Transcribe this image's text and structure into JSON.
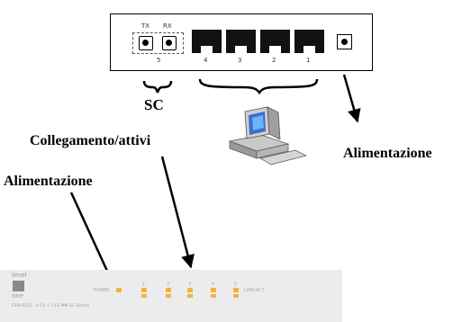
{
  "rear_panel": {
    "fiber_labels": [
      "TX",
      "RX"
    ],
    "fiber_port_number": "5",
    "ethernet_port_numbers": [
      "4",
      "3",
      "2",
      "1"
    ]
  },
  "labels": {
    "sc": "SC",
    "power_rear": "Alimentazione",
    "link_active": "Collegamento/attivi",
    "power_front": "Alimentazione"
  },
  "front_panel": {
    "brand_top": "level",
    "brand_bottom": "one",
    "power_label": "POWER",
    "led_numbers": [
      "1",
      "2",
      "3",
      "4",
      "5"
    ],
    "link_act_label": "LINK/ACT",
    "model_text": "FSW-0511 · 4 FX + 1 FE MM SC Switch"
  }
}
